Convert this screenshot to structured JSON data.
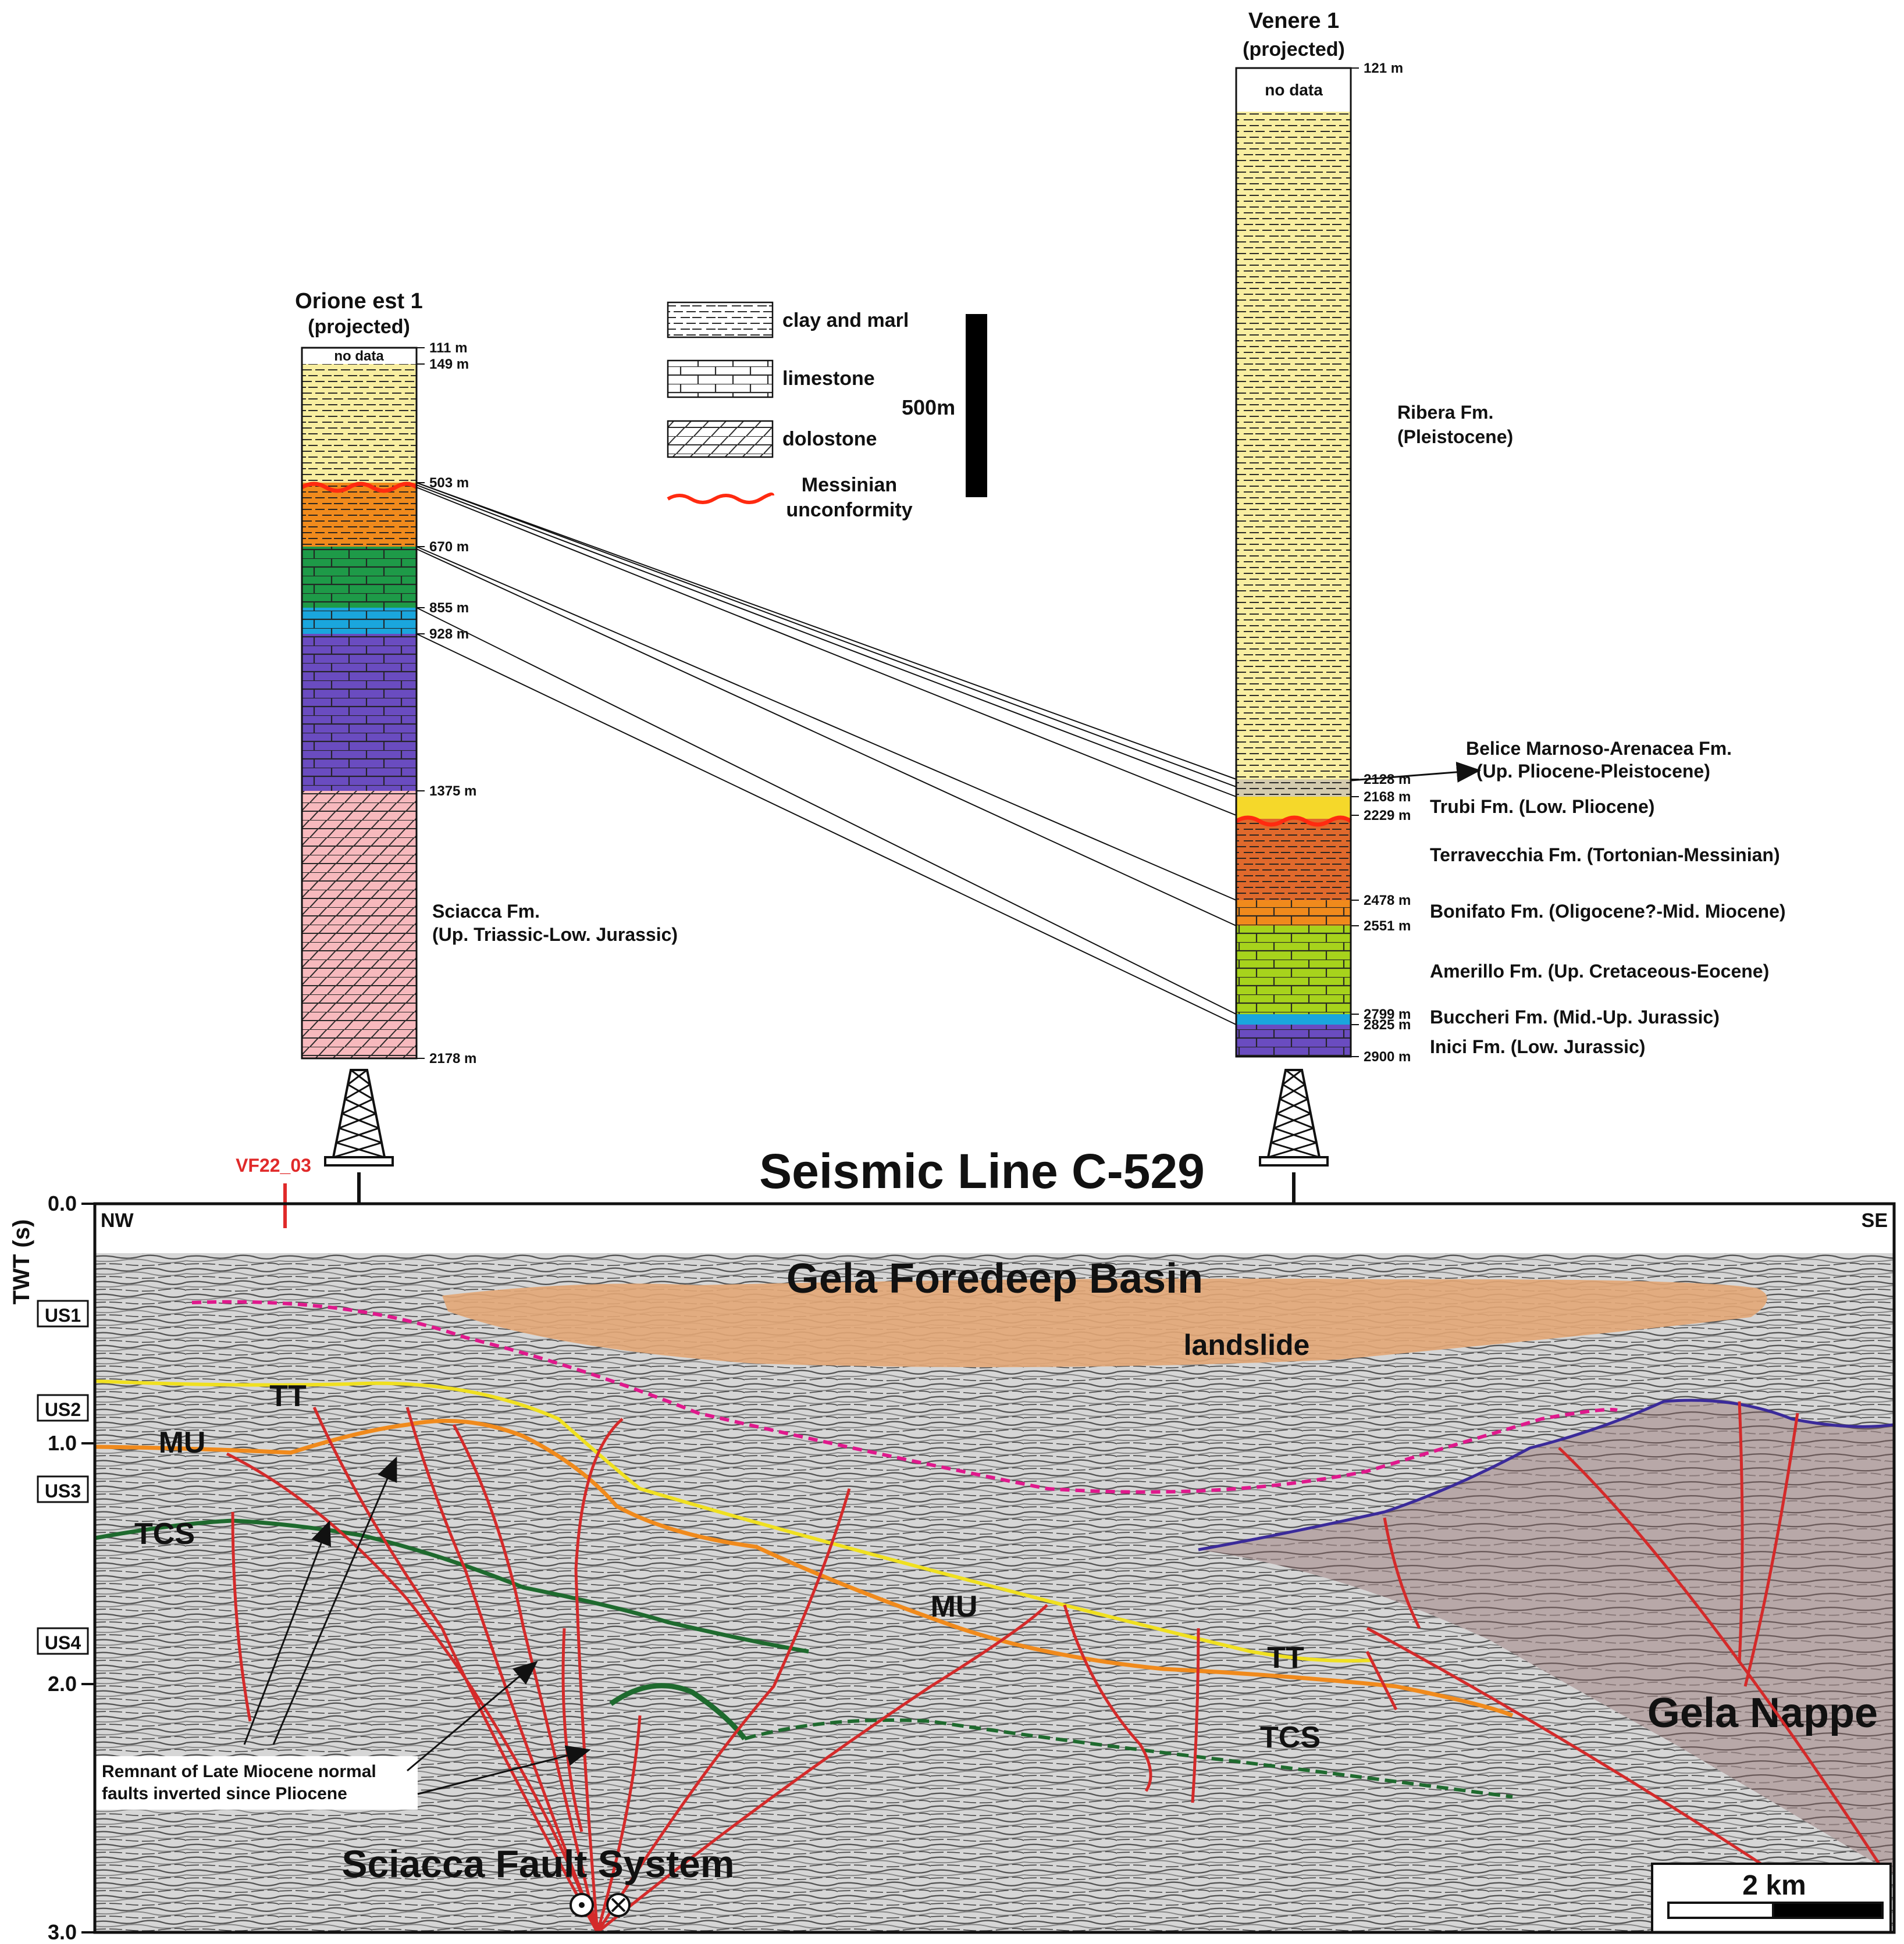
{
  "title": "Seismic Line C-529",
  "wells": {
    "left": {
      "name": "Orione est 1",
      "note": "(projected)",
      "no_data": "no data",
      "depths": [
        "111 m",
        "149 m",
        "503 m",
        "670 m",
        "855 m",
        "928 m",
        "1375 m",
        "2178 m"
      ],
      "formation": "Sciacca Fm.",
      "formation_age": "(Up. Triassic-Low. Jurassic)"
    },
    "right": {
      "name": "Venere 1",
      "note": "(projected)",
      "no_data": "no data",
      "depths": [
        "121 m",
        "2128 m",
        "2168 m",
        "2229 m",
        "2478 m",
        "2551 m",
        "2799 m",
        "2825 m",
        "2900 m"
      ],
      "ribera": "Ribera Fm.",
      "ribera_age": "(Pleistocene)",
      "formations": [
        "Belice Marnoso-Arenacea Fm.",
        "(Up. Pliocene-Pleistocene)",
        "Trubi Fm. (Low. Pliocene)",
        "Terravecchia Fm. (Tortonian-Messinian)",
        "Bonifato Fm. (Oligocene?-Mid. Miocene)",
        "Amerillo Fm. (Up. Cretaceous-Eocene)",
        "Buccheri Fm. (Mid.-Up. Jurassic)",
        "Inici Fm. (Low. Jurassic)"
      ]
    }
  },
  "legend": {
    "items": [
      "clay and marl",
      "limestone",
      "dolostone"
    ],
    "unconformity": [
      "Messinian",
      "unconformity"
    ],
    "scale": "500m"
  },
  "section": {
    "axis_title": "TWT (s)",
    "ticks": [
      "0.0",
      "1.0",
      "2.0",
      "3.0"
    ],
    "units": [
      "US1",
      "US2",
      "US3",
      "US4"
    ],
    "nw": "NW",
    "se": "SE",
    "vf_label": "VF22_03",
    "labels": {
      "gela_basin": "Gela Foredeep Basin",
      "landslide": "landslide",
      "gela_nappe": "Gela Nappe",
      "fault_system": "Sciacca Fault System",
      "tt": "TT",
      "mu": "MU",
      "tcs": "TCS"
    },
    "annotation": [
      "Remnant of Late Miocene normal",
      "faults inverted since Pliocene"
    ],
    "scale_bar": "2 km"
  },
  "colors": {
    "clay": "#f8eea0",
    "orange": "#f08a1c",
    "green": "#1e9a48",
    "blue": "#1aa6dd",
    "purple": "#6a4cc0",
    "pink": "#f7b9bd",
    "terravecchia": "#e0692c",
    "amerillo": "#a7d31c",
    "trubi": "#f5d82a",
    "belice": "#d4cbae",
    "fault": "#d42a2a",
    "tt_line": "#f0e020",
    "mu_line": "#f08a1c",
    "tcs_line": "#1e6a2e",
    "magenta": "#e0188c",
    "nappe_top": "#3a2a9a",
    "landslide": "#e3a777",
    "nappe_fill": "#b5a5a5"
  }
}
